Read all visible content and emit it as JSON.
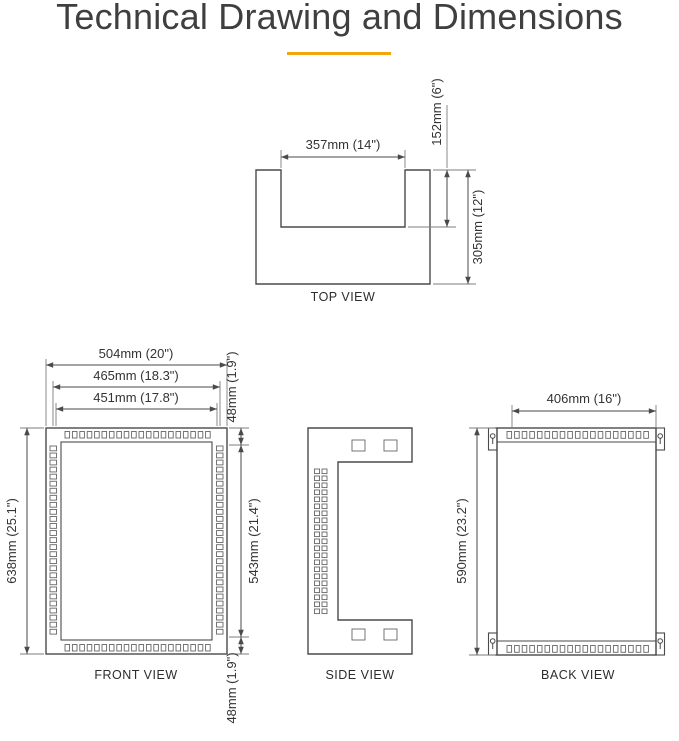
{
  "title": "Technical Drawing and Dimensions",
  "accent_color": "#F2A50C",
  "views": {
    "top": {
      "label": "TOP VIEW",
      "dims": {
        "opening_width": "357mm (14\")",
        "opening_depth": "152mm (6\")",
        "overall_depth": "305mm (12\")"
      }
    },
    "front": {
      "label": "FRONT VIEW",
      "dims": {
        "overall_width": "504mm (20\")",
        "mount_width": "465mm (18.3\")",
        "rail_width": "451mm (17.8\")",
        "top_offset": "48mm (1.9\")",
        "rail_span": "543mm (21.4\")",
        "bottom_offset": "48mm (1.9\")",
        "overall_height": "638mm (25.1\")"
      }
    },
    "side": {
      "label": "SIDE VIEW"
    },
    "back": {
      "label": "BACK VIEW",
      "dims": {
        "mount_width": "406mm (16\")",
        "overall_height": "590mm (23.2\")"
      }
    }
  }
}
